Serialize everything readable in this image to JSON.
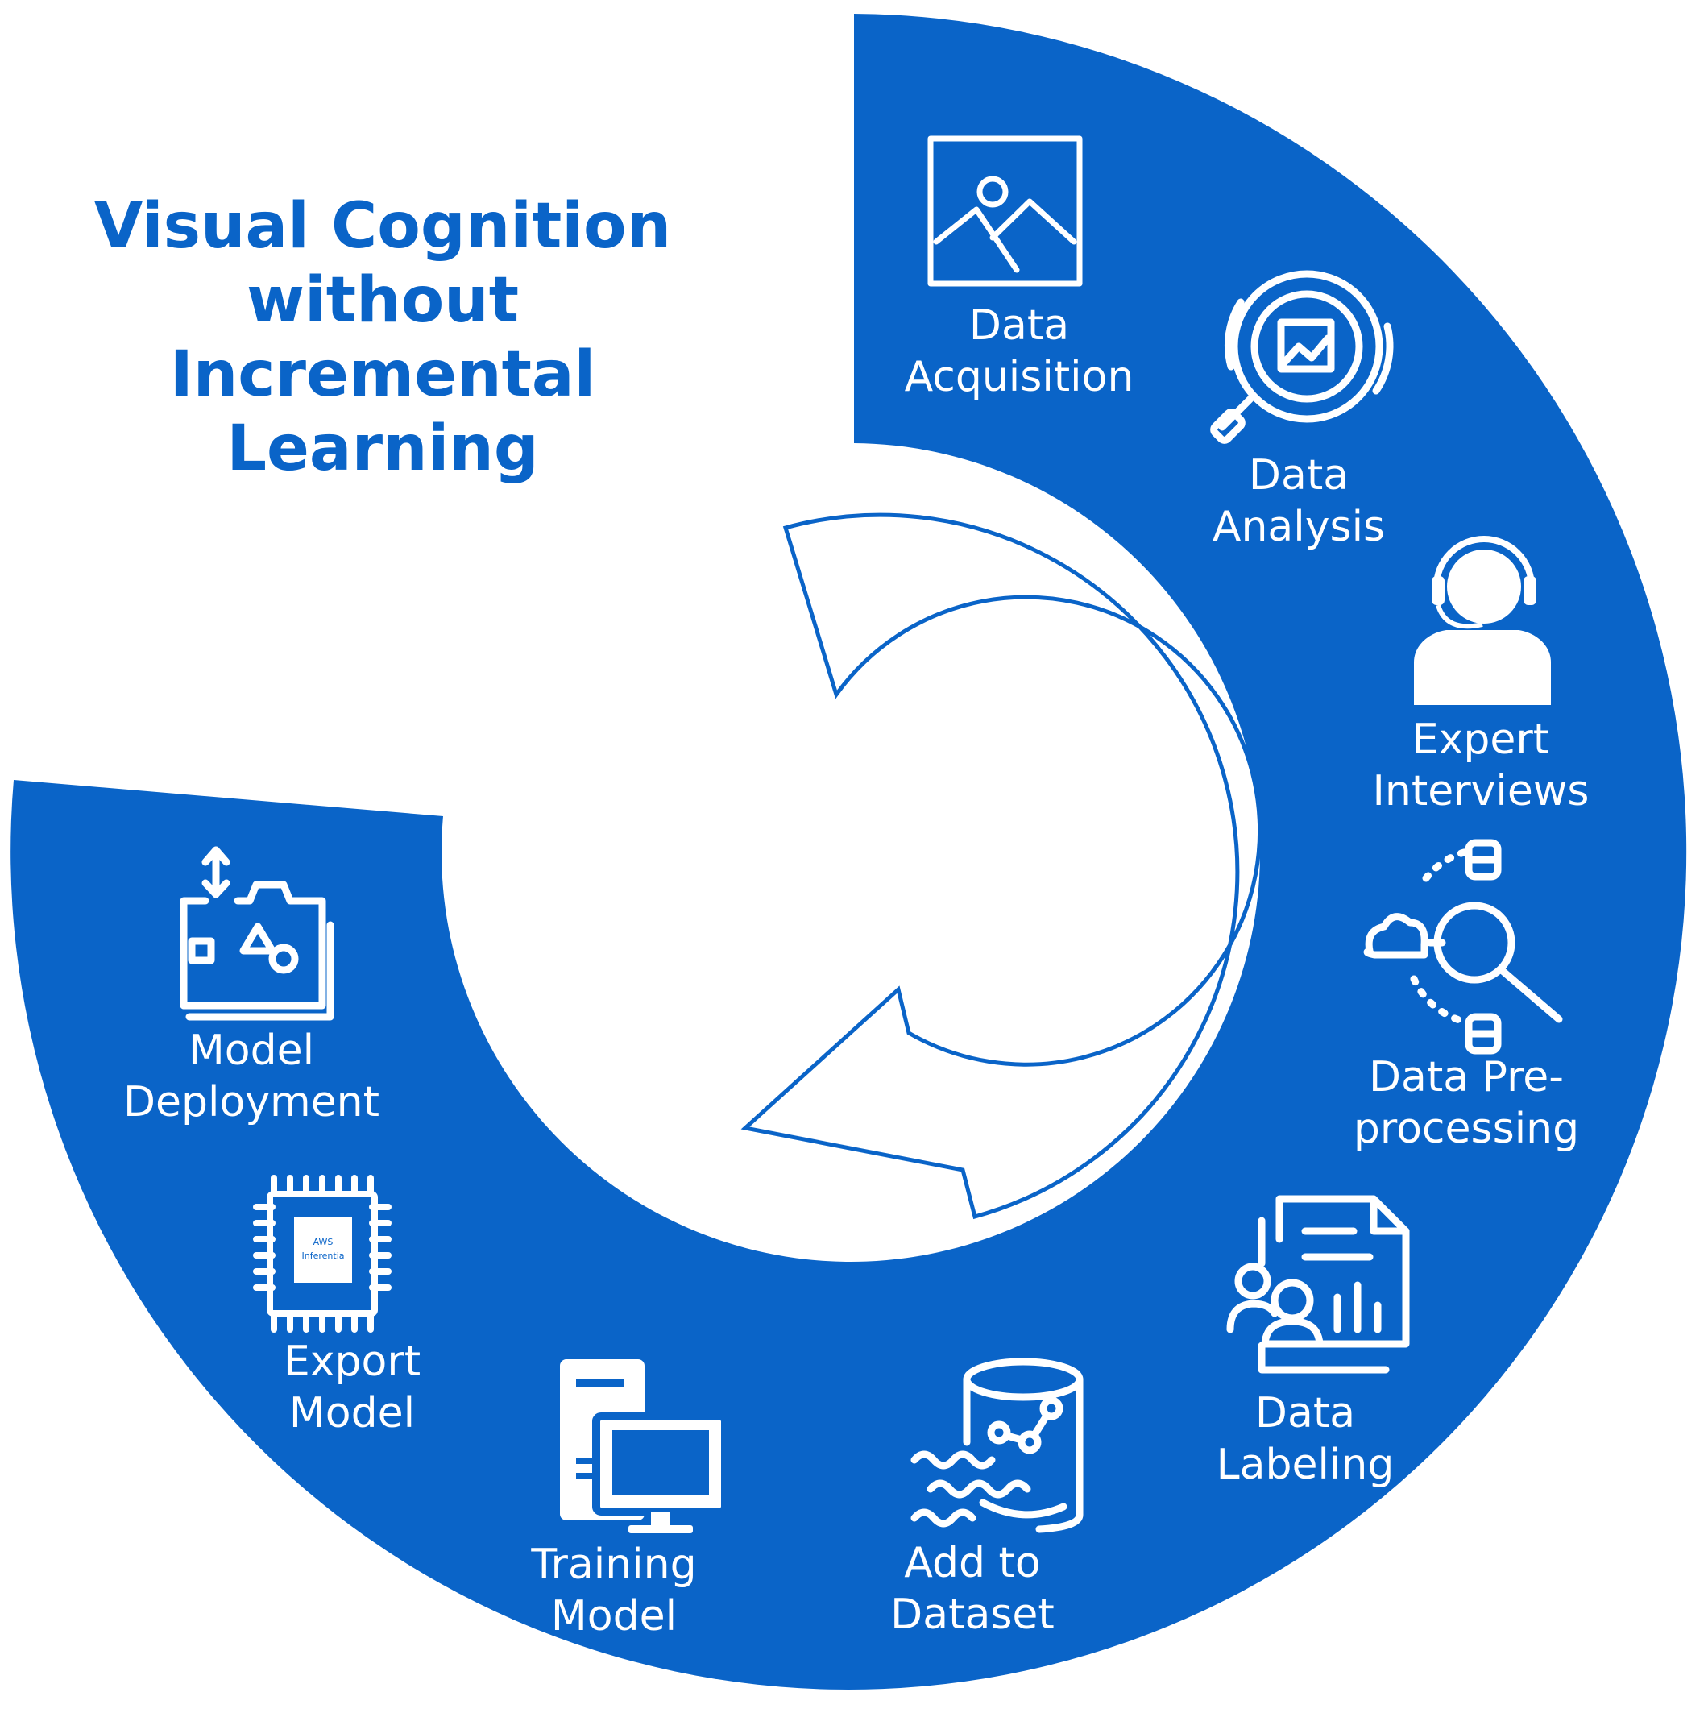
{
  "title": {
    "lines": [
      "Visual Cognition",
      "without",
      "Incremental",
      "Learning"
    ],
    "color": "#0a64c8"
  },
  "colors": {
    "ring": "#0a64c8",
    "icon": "#ffffff",
    "background": "#ffffff"
  },
  "chip_text": [
    "AWS",
    "Inferentia"
  ],
  "steps": [
    {
      "id": "data-acquisition",
      "icon": "image-icon",
      "lines": [
        "Data",
        "Acquisition"
      ]
    },
    {
      "id": "data-analysis",
      "icon": "magnifier-image-icon",
      "lines": [
        "Data",
        "Analysis"
      ]
    },
    {
      "id": "expert-interviews",
      "icon": "headset-person-icon",
      "lines": [
        "Expert",
        "Interviews"
      ]
    },
    {
      "id": "data-preprocessing",
      "icon": "cloud-search-database-icon",
      "lines": [
        "Data Pre-",
        "processing"
      ]
    },
    {
      "id": "data-labeling",
      "icon": "document-users-chart-icon",
      "lines": [
        "Data",
        "Labeling"
      ]
    },
    {
      "id": "add-to-dataset",
      "icon": "database-wave-icon",
      "lines": [
        "Add to",
        "Dataset"
      ]
    },
    {
      "id": "training-model",
      "icon": "computer-tower-icon",
      "lines": [
        "Training",
        "Model"
      ]
    },
    {
      "id": "export-model",
      "icon": "chip-icon",
      "lines": [
        "Export",
        "Model"
      ]
    },
    {
      "id": "model-deployment",
      "icon": "shapes-package-icon",
      "lines": [
        "Model",
        "Deployment"
      ]
    }
  ]
}
